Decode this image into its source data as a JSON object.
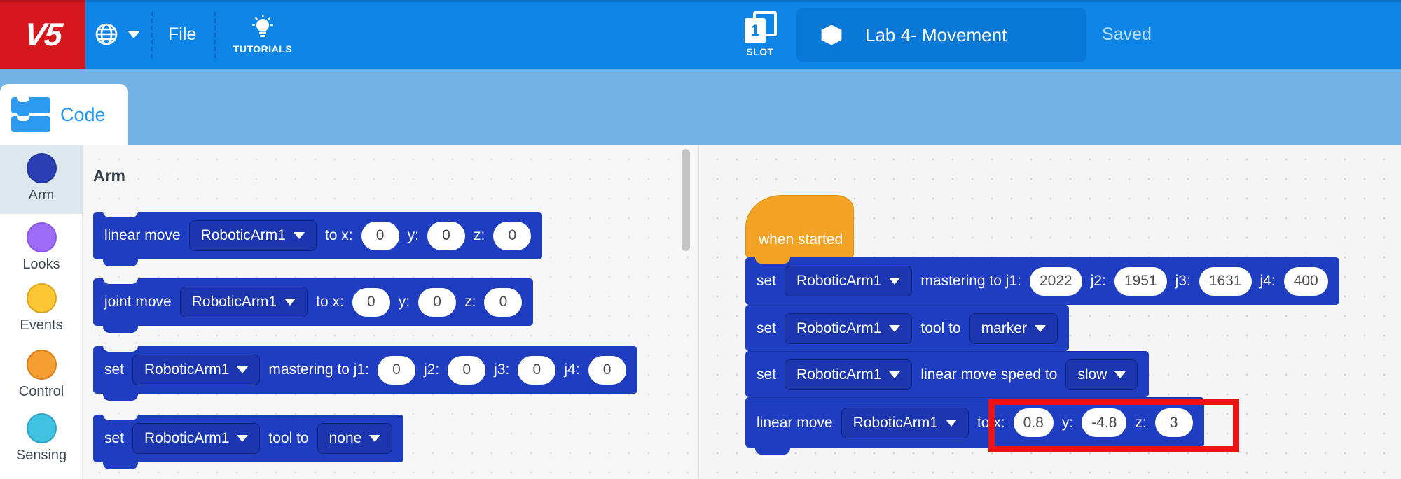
{
  "topbar": {
    "logo": "V5",
    "file_label": "File",
    "tutorials_label": "TUTORIALS",
    "slot_label": "SLOT",
    "slot_number": "1",
    "project_name": "Lab 4- Movement",
    "saved_label": "Saved"
  },
  "tabs": {
    "code_label": "Code"
  },
  "sidebar": {
    "selected": "Arm",
    "items": [
      {
        "label": "Arm",
        "color": "#2b3eb3"
      },
      {
        "label": "Looks",
        "color": "#9d6cf6"
      },
      {
        "label": "Events",
        "color": "#fcc733"
      },
      {
        "label": "Control",
        "color": "#f59e32"
      },
      {
        "label": "Sensing",
        "color": "#40c2e1"
      }
    ]
  },
  "palette": {
    "header": "Arm",
    "blocks": [
      {
        "name": "linear-move",
        "parts": [
          {
            "t": "label",
            "v": "linear move"
          },
          {
            "t": "dropdown",
            "v": "RoboticArm1"
          },
          {
            "t": "label",
            "v": "to x:"
          },
          {
            "t": "value",
            "v": "0"
          },
          {
            "t": "label",
            "v": "y:"
          },
          {
            "t": "value",
            "v": "0"
          },
          {
            "t": "label",
            "v": "z:"
          },
          {
            "t": "value",
            "v": "0"
          }
        ]
      },
      {
        "name": "joint-move",
        "parts": [
          {
            "t": "label",
            "v": "joint move"
          },
          {
            "t": "dropdown",
            "v": "RoboticArm1"
          },
          {
            "t": "label",
            "v": "to x:"
          },
          {
            "t": "value",
            "v": "0"
          },
          {
            "t": "label",
            "v": "y:"
          },
          {
            "t": "value",
            "v": "0"
          },
          {
            "t": "label",
            "v": "z:"
          },
          {
            "t": "value",
            "v": "0"
          }
        ]
      },
      {
        "name": "set-mastering",
        "parts": [
          {
            "t": "label",
            "v": "set"
          },
          {
            "t": "dropdown",
            "v": "RoboticArm1"
          },
          {
            "t": "label",
            "v": "mastering to j1:"
          },
          {
            "t": "value",
            "v": "0"
          },
          {
            "t": "label",
            "v": "j2:"
          },
          {
            "t": "value",
            "v": "0"
          },
          {
            "t": "label",
            "v": "j3:"
          },
          {
            "t": "value",
            "v": "0"
          },
          {
            "t": "label",
            "v": "j4:"
          },
          {
            "t": "value",
            "v": "0"
          }
        ]
      },
      {
        "name": "set-tool",
        "parts": [
          {
            "t": "label",
            "v": "set"
          },
          {
            "t": "dropdown",
            "v": "RoboticArm1"
          },
          {
            "t": "label",
            "v": "tool to"
          },
          {
            "t": "dropdown",
            "v": "none"
          }
        ]
      }
    ]
  },
  "workspace": {
    "hat_label": "when started",
    "blocks": [
      {
        "name": "set-mastering",
        "parts": [
          {
            "t": "label",
            "v": "set"
          },
          {
            "t": "dropdown",
            "v": "RoboticArm1"
          },
          {
            "t": "label",
            "v": "mastering to j1:"
          },
          {
            "t": "value",
            "v": "2022"
          },
          {
            "t": "label",
            "v": "j2:"
          },
          {
            "t": "value",
            "v": "1951"
          },
          {
            "t": "label",
            "v": "j3:"
          },
          {
            "t": "value",
            "v": "1631"
          },
          {
            "t": "label",
            "v": "j4:"
          },
          {
            "t": "value",
            "v": "400"
          }
        ]
      },
      {
        "name": "set-tool",
        "parts": [
          {
            "t": "label",
            "v": "set"
          },
          {
            "t": "dropdown",
            "v": "RoboticArm1"
          },
          {
            "t": "label",
            "v": "tool to"
          },
          {
            "t": "dropdown",
            "v": "marker"
          }
        ]
      },
      {
        "name": "set-speed",
        "parts": [
          {
            "t": "label",
            "v": "set"
          },
          {
            "t": "dropdown",
            "v": "RoboticArm1"
          },
          {
            "t": "label",
            "v": "linear move speed to"
          },
          {
            "t": "dropdown",
            "v": "slow"
          }
        ]
      },
      {
        "name": "linear-move",
        "parts": [
          {
            "t": "label",
            "v": "linear move"
          },
          {
            "t": "dropdown",
            "v": "RoboticArm1"
          },
          {
            "t": "label",
            "v": "to x:"
          },
          {
            "t": "value",
            "v": "0.8"
          },
          {
            "t": "label",
            "v": "y:"
          },
          {
            "t": "value",
            "v": "-4.8"
          },
          {
            "t": "label",
            "v": "z:"
          },
          {
            "t": "value",
            "v": "3"
          }
        ]
      }
    ]
  },
  "colors": {
    "topbar_blue": "#0c85e6",
    "project_box_blue": "#0a78d6",
    "logo_red": "#d5171e",
    "subbar_blue": "#74b1e4",
    "block_blue": "#1f3dc0",
    "hat_orange": "#f3a324",
    "highlight_red": "#ee1212",
    "tab_text_blue": "#2496f1"
  }
}
